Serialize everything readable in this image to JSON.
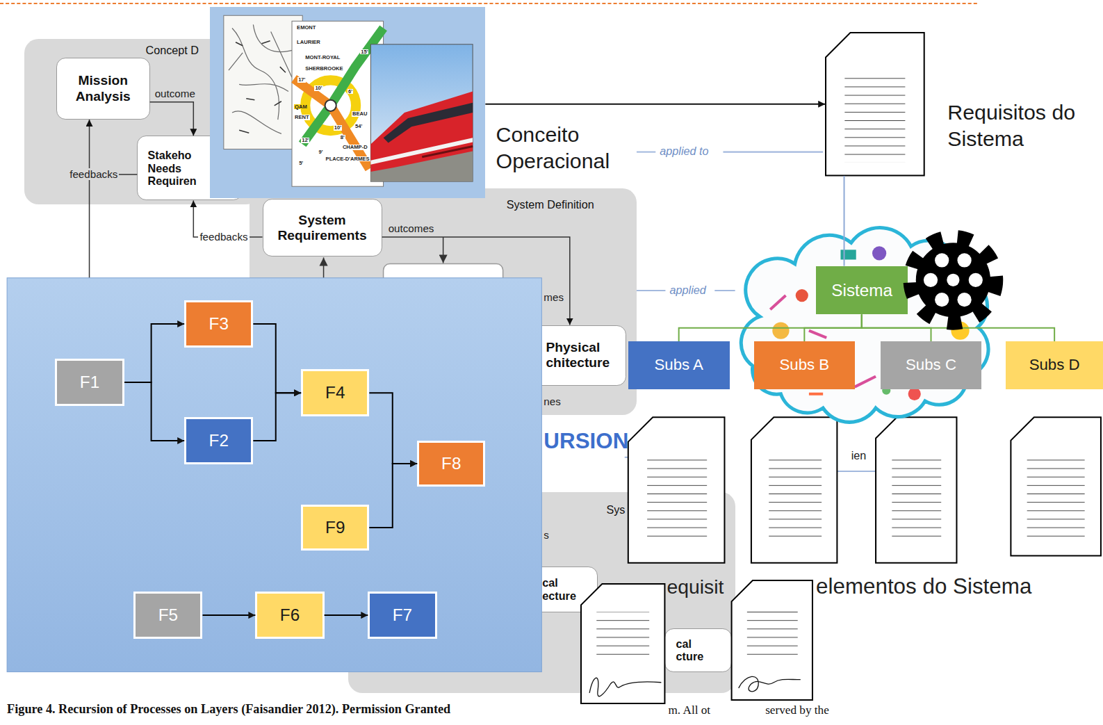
{
  "diagram": {
    "caption": "Figure 4. Recursion of Processes on Layers (Faisandier 2012). Permission Granted",
    "nodes": [
      {
        "text": [
          "Concept D"
        ]
      },
      {
        "text": [
          "Mission Analysis"
        ],
        "in": 0
      },
      {
        "text": [
          "Stakeho Needs Requiren"
        ],
        "in": 0
      },
      {
        "text": [
          "System Definition"
        ]
      },
      {
        "text": [
          "System Requirements"
        ],
        "in": 3
      },
      {
        "text": [
          "Physical chitecture"
        ],
        "in": 3
      },
      {
        "text": [
          "Sys"
        ]
      },
      {
        "text": [
          "cal ecture"
        ],
        "in": 6
      },
      {
        "text": [
          "cal cture"
        ],
        "in": 6
      },
      {
        "text": [
          "Conceito Operacional"
        ]
      },
      {
        "text": [
          "Requisitos do Sistema"
        ]
      },
      {
        "text": [
          "Sistema"
        ]
      },
      {
        "text": [
          "Subs A"
        ]
      },
      {
        "text": [
          "Subs B"
        ]
      },
      {
        "text": [
          "Subs C"
        ]
      },
      {
        "text": [
          "Subs D"
        ]
      },
      {
        "text": [
          "F1"
        ]
      },
      {
        "text": [
          "F3"
        ]
      },
      {
        "text": [
          "F2"
        ]
      },
      {
        "text": [
          "F4"
        ]
      },
      {
        "text": [
          "F8"
        ]
      },
      {
        "text": [
          "F9"
        ]
      },
      {
        "text": [
          "F5"
        ]
      },
      {
        "text": [
          "F6"
        ]
      },
      {
        "text": [
          "F7"
        ]
      }
    ],
    "edges": [
      {
        "from": 1,
        "to": 2,
        "arrow": "to",
        "label": "outcome"
      },
      {
        "from": 2,
        "to": 1,
        "arrow": "to",
        "label": "feedbacks"
      },
      {
        "from": 4,
        "to": 2,
        "arrow": "to",
        "label": "feedbacks"
      },
      {
        "from": 4,
        "to": 5,
        "arrow": "to",
        "label": "outcomes"
      },
      {
        "from": 9,
        "to": 10,
        "arrow": "to"
      },
      {
        "from": 10,
        "to": 11,
        "arrow": "none"
      },
      {
        "from": 11,
        "to": 12,
        "arrow": "none"
      },
      {
        "from": 11,
        "to": 13,
        "arrow": "none"
      },
      {
        "from": 11,
        "to": 14,
        "arrow": "none"
      },
      {
        "from": 11,
        "to": 15,
        "arrow": "none"
      },
      {
        "from": 16,
        "to": 17,
        "arrow": "to"
      },
      {
        "from": 16,
        "to": 18,
        "arrow": "to"
      },
      {
        "from": 17,
        "to": 19,
        "arrow": "to"
      },
      {
        "from": 18,
        "to": 19,
        "arrow": "to"
      },
      {
        "from": 19,
        "to": 20,
        "arrow": "to"
      },
      {
        "from": 21,
        "to": 20,
        "arrow": "to"
      },
      {
        "from": 22,
        "to": 23,
        "arrow": "to"
      },
      {
        "from": 23,
        "to": 24,
        "arrow": "to"
      }
    ],
    "labels": [
      "applied to",
      "applied",
      "URSION",
      "mes",
      "nes",
      "s",
      "ien",
      "equisit",
      "elementos do Sistema",
      "m. All ot",
      "served by the",
      "EMONT",
      "LAURIER",
      "MONT-ROYAL",
      "SHERBROOKE",
      "15'",
      "17'",
      "10'",
      "6'",
      "QAM",
      "RENT",
      "BEAU",
      "54'",
      "12'",
      "10'",
      "8'",
      "9'",
      "5'",
      "CHAMP-D",
      "PLACE-D'ARMES"
    ]
  }
}
